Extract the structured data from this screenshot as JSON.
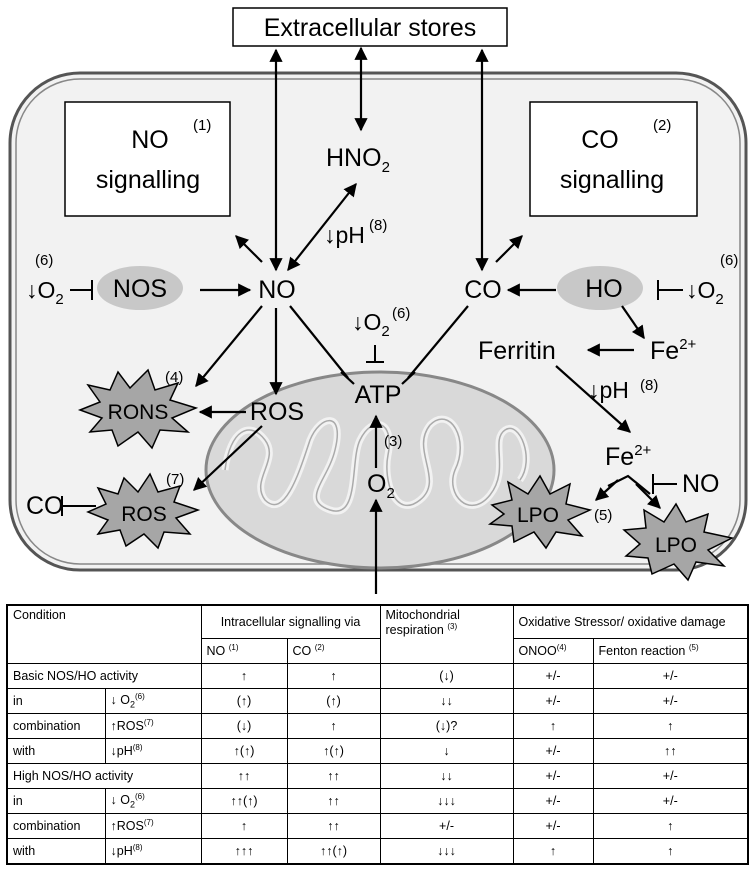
{
  "diagram": {
    "extracellular": "Extracellular stores",
    "no_box": {
      "line1": "NO",
      "line2": "signalling",
      "ref": "(1)"
    },
    "co_box": {
      "line1": "CO",
      "line2": "signalling",
      "ref": "(2)"
    },
    "hno2": {
      "base": "HNO",
      "sub": "2"
    },
    "ph_left": {
      "text": "↓pH",
      "ref": "(8)"
    },
    "nos_inhib": {
      "text": "↓O",
      "sub": "2",
      "ref": "(6)"
    },
    "nos": "NOS",
    "no": "NO",
    "co": "CO",
    "ho": "HO",
    "ho_inhib": {
      "text": "↓O",
      "sub": "2",
      "ref": "(6)"
    },
    "atp_inhib": {
      "text": "↓O",
      "sub": "2",
      "ref": "(6)"
    },
    "atp": "ATP",
    "ferritin": "Ferritin",
    "fe_top": {
      "text": "Fe",
      "sup": "2+"
    },
    "ph_right": {
      "text": "↓pH",
      "ref": "(8)"
    },
    "fe_bottom": {
      "text": "Fe",
      "sup": "2+"
    },
    "no_right": "NO",
    "rons": {
      "text": "RONS",
      "ref": "(4)"
    },
    "ros_label": "ROS",
    "ros_burst": {
      "text": "ROS",
      "ref": "(7)"
    },
    "co_left": "CO",
    "mito_ref": "(3)",
    "o2": {
      "text": "O",
      "sub": "2"
    },
    "lpo1": "LPO",
    "lpo2": "LPO",
    "lpo_ref": "(5)",
    "colors": {
      "ellipse_fill": "#d9d9d9",
      "burst_fill": "#a6a6a6",
      "cell_fill": "#f2f2f2"
    }
  },
  "table": {
    "h_condition": "Condition",
    "h_signalling": "Intracellular signalling via",
    "h_mito": "Mitochondrial respiration",
    "h_mito_ref": "(3)",
    "h_oxid": "Oxidative Stressor/ oxidative damage",
    "h_no": "NO",
    "h_no_ref": "(1)",
    "h_co": "CO",
    "h_co_ref": "(2)",
    "h_onoo": "ONOO",
    "h_onoo_ref": "(4)",
    "h_fenton": "Fenton reaction",
    "h_fenton_ref": "(5)",
    "in_combination_with": [
      "in",
      "combination",
      "with"
    ],
    "groups": [
      {
        "title": "Basic NOS/HO activity",
        "values": [
          "↑",
          "↑",
          "(↓)",
          "+/-",
          "+/-"
        ],
        "rows": [
          {
            "cond": "↓ O",
            "sub": "2",
            "ref": "(6)",
            "values": [
              "(↑)",
              "(↑)",
              "↓↓",
              "+/-",
              "+/-"
            ]
          },
          {
            "cond": "↑ROS",
            "sub": "",
            "ref": "(7)",
            "values": [
              "(↓)",
              "↑",
              "(↓)?",
              "↑",
              "↑"
            ]
          },
          {
            "cond": "↓pH",
            "sub": "",
            "ref": "(8)",
            "values": [
              "↑(↑)",
              "↑(↑)",
              "↓",
              "+/-",
              "↑↑"
            ]
          }
        ]
      },
      {
        "title": "High NOS/HO activity",
        "values": [
          "↑↑",
          "↑↑",
          "↓↓",
          "+/-",
          "+/-"
        ],
        "rows": [
          {
            "cond": "↓ O",
            "sub": "2",
            "ref": "(6)",
            "values": [
              "↑↑(↑)",
              "↑↑",
              "↓↓↓",
              "+/-",
              "+/-"
            ]
          },
          {
            "cond": "↑ROS",
            "sub": "",
            "ref": "(7)",
            "values": [
              "↑",
              "↑↑",
              "+/-",
              "+/-",
              "↑"
            ]
          },
          {
            "cond": "↓pH",
            "sub": "",
            "ref": "(8)",
            "values": [
              "↑↑↑",
              "↑↑(↑)",
              "↓↓↓",
              "↑",
              "↑"
            ]
          }
        ]
      }
    ]
  }
}
